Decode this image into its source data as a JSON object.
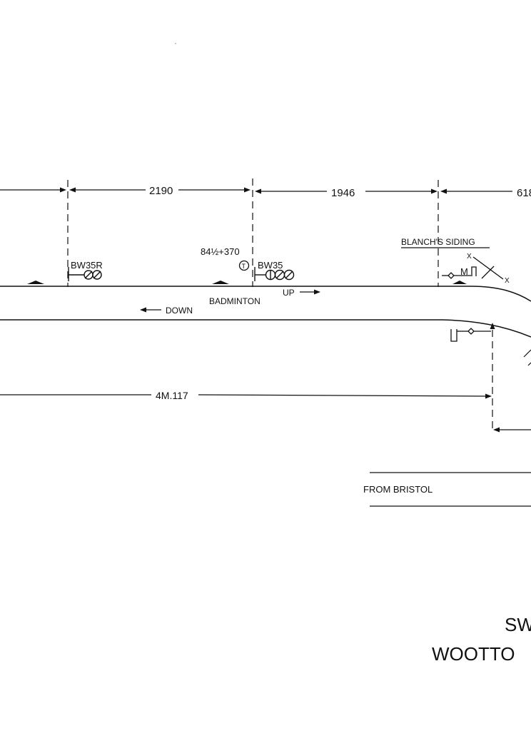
{
  "dimensions": {
    "d1": "2190",
    "d2": "1946",
    "d3": "618",
    "mileage": "4M.117"
  },
  "signals": {
    "bw35r": "BW35R",
    "bw35": "BW35",
    "mileage_mark": "84½+370",
    "telephone_symbol": "T"
  },
  "labels": {
    "blanchs_siding": "BLANCH'S SIDING",
    "badminton": "BADMINTON",
    "up": "UP",
    "down": "DOWN",
    "from_bristol": "FROM BRISTOL"
  },
  "siding_marks": {
    "x1": "X",
    "x2": "X",
    "m": "M"
  },
  "title": {
    "line1": "SW",
    "line2": "WOOTTO"
  },
  "colors": {
    "ink": "#111111",
    "paper": "#ffffff"
  }
}
